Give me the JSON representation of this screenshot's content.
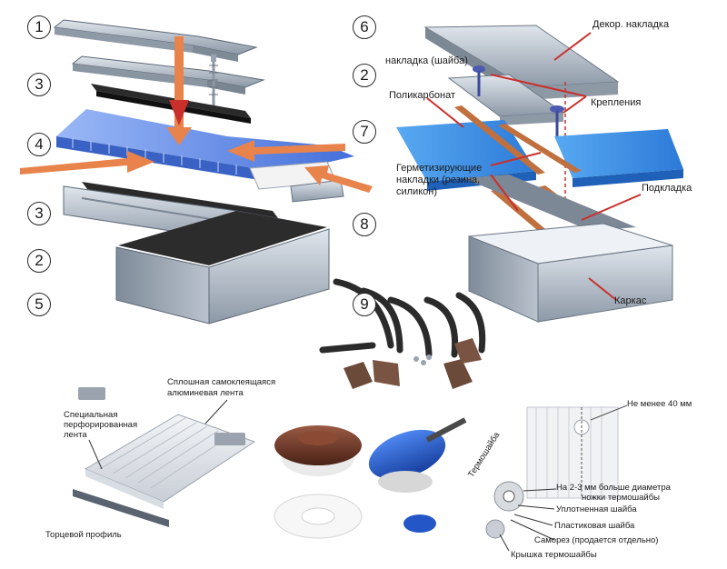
{
  "callouts": [
    "1",
    "6",
    "3",
    "2",
    "4",
    "7",
    "3",
    "8",
    "2",
    "5",
    "9"
  ],
  "right_labels": {
    "decor": "Декор. накладка",
    "washer_cover": "накладка (шайба)",
    "fasteners": "Крепления",
    "polycarbonate": "Поликарбонат",
    "sealing_1": "Герметизирующие",
    "sealing_2": "накладки (резина,",
    "sealing_3": "силикон)",
    "underlay": "Подкладка",
    "frame": "Каркас"
  },
  "tape_labels": {
    "solid_1": "Сплошная самоклеящаяся",
    "solid_2": "алюминевая лента",
    "perf_1": "Специальная",
    "perf_2": "перфорированная",
    "perf_3": "лента",
    "end_profile": "Торцевой профиль"
  },
  "washer_labels": {
    "thermo": "Термошайба",
    "min_40": "Не менее 40 мм",
    "diam_1": "На 2-3 мм больше диаметра",
    "diam_2": "ножки термошайбы",
    "seal_washer": "Уплотненная шайба",
    "plastic_washer": "Пластиковая шайба",
    "screw": "Саморез (продается отдельно)",
    "cap": "Крышка термошайбы"
  },
  "colors": {
    "steel": "#aab4c0",
    "panel_blue": "#3f6fe0",
    "arrow_orange": "#e8834c",
    "red_arrow": "#c9302c",
    "rubber": "#2b2b2b",
    "copper": "#c0703f",
    "brown_cap": "#6b3423",
    "blue_cap": "#2456c8"
  },
  "icons": [
    "screw-icon",
    "thermo-washer-icon",
    "arc-profile-icon",
    "bracket-icon"
  ]
}
